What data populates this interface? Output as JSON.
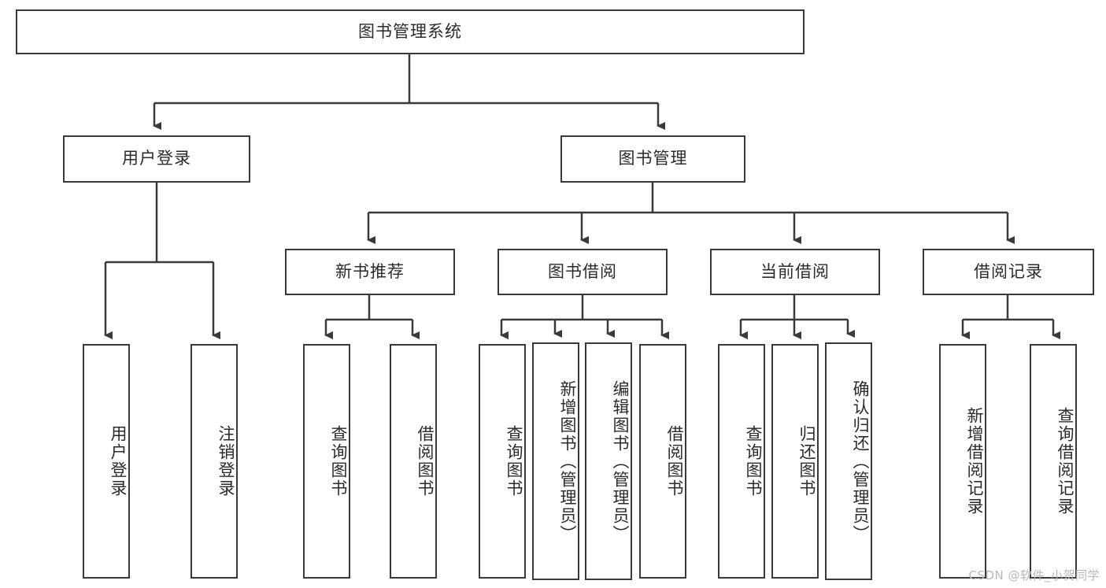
{
  "diagram": {
    "title": "图书管理系统",
    "type": "tree",
    "root": {
      "label": "图书管理系统"
    },
    "level2": [
      {
        "label": "用户登录"
      },
      {
        "label": "图书管理"
      }
    ],
    "level3": [
      {
        "label": "新书推荐"
      },
      {
        "label": "图书借阅"
      },
      {
        "label": "当前借阅"
      },
      {
        "label": "借阅记录"
      }
    ],
    "leaves_user_login": [
      {
        "label": "用户登录"
      },
      {
        "label": "注销登录"
      }
    ],
    "leaves_new_book": [
      {
        "label": "查询图书"
      },
      {
        "label": "借阅图书"
      }
    ],
    "leaves_borrow": [
      {
        "label": "查询图书"
      },
      {
        "label": "新增图书（管理员）"
      },
      {
        "label": "编辑图书（管理员）"
      },
      {
        "label": "借阅图书"
      }
    ],
    "leaves_current": [
      {
        "label": "查询图书"
      },
      {
        "label": "归还图书"
      },
      {
        "label": "确认归还（管理员）"
      }
    ],
    "leaves_record": [
      {
        "label": "新增借阅记录"
      },
      {
        "label": "查询借阅记录"
      }
    ]
  },
  "watermark": {
    "text": "CSDN @软件_小贺同学"
  },
  "colors": {
    "border": "#3a3a3a",
    "text": "#2b2b2b",
    "background": "#ffffff",
    "watermark": "#b8b8b8"
  }
}
